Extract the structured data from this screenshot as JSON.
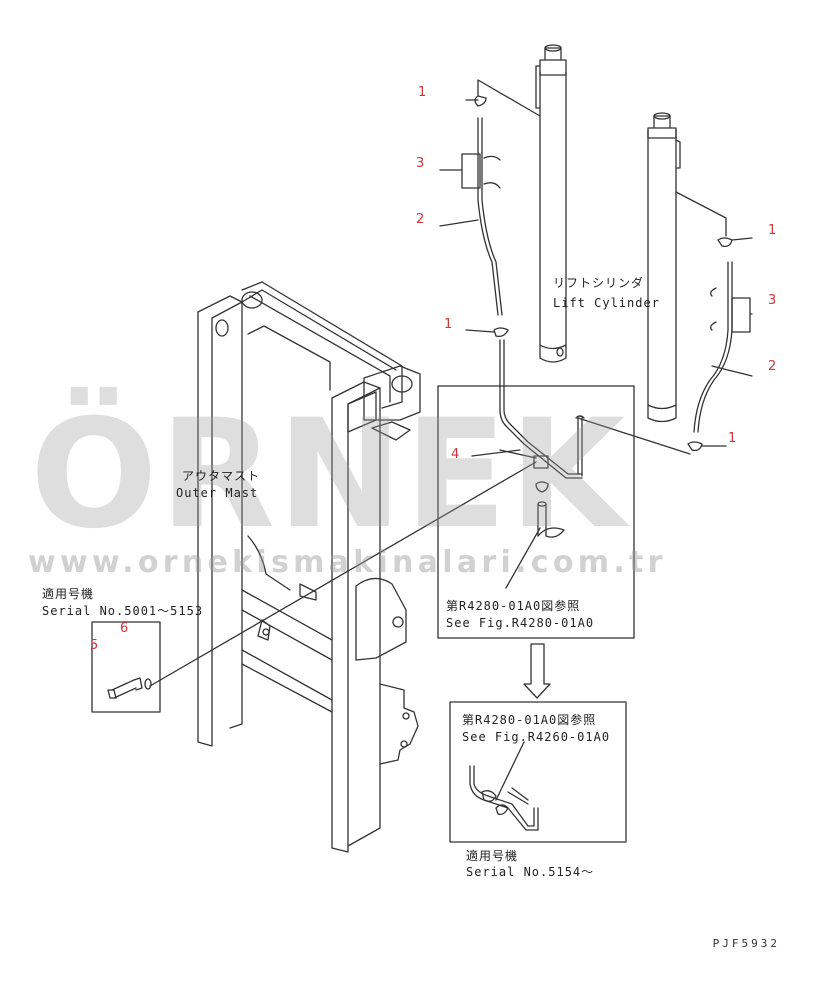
{
  "watermark": {
    "brand": "ÖRNEK",
    "url": "www.ornekismakinalari.com.tr",
    "color": "#9a9a9a",
    "accent": "#f2c84b"
  },
  "labels": {
    "lift_cylinder_jp": "リフトシリンダ",
    "lift_cylinder_en": "Lift Cylinder",
    "outer_mast_jp": "アウタマスト",
    "outer_mast_en": "Outer Mast",
    "serial_a_jp": "適用号機",
    "serial_a_en": "Serial No.5001〜5153",
    "see_fig_a_jp": "第R4280-01A0図参照",
    "see_fig_a_en": "See Fig.R4280-01A0",
    "see_fig_b_jp": "第R4280-01A0図参照",
    "see_fig_b_en": "See Fig.R4260-01A0",
    "serial_b_jp": "適用号機",
    "serial_b_en": "Serial No.5154〜"
  },
  "callouts": {
    "c1_top": "1",
    "c3_left": "3",
    "c2_left": "2",
    "c1_left_low": "1",
    "c4": "4",
    "c1_right_top": "1",
    "c3_right": "3",
    "c2_right": "2",
    "c1_right_low": "1",
    "c6": "6",
    "c5": "5"
  },
  "drawing_code": "PJF5932",
  "colors": {
    "line": "#333333",
    "callout": "#d0343a"
  }
}
